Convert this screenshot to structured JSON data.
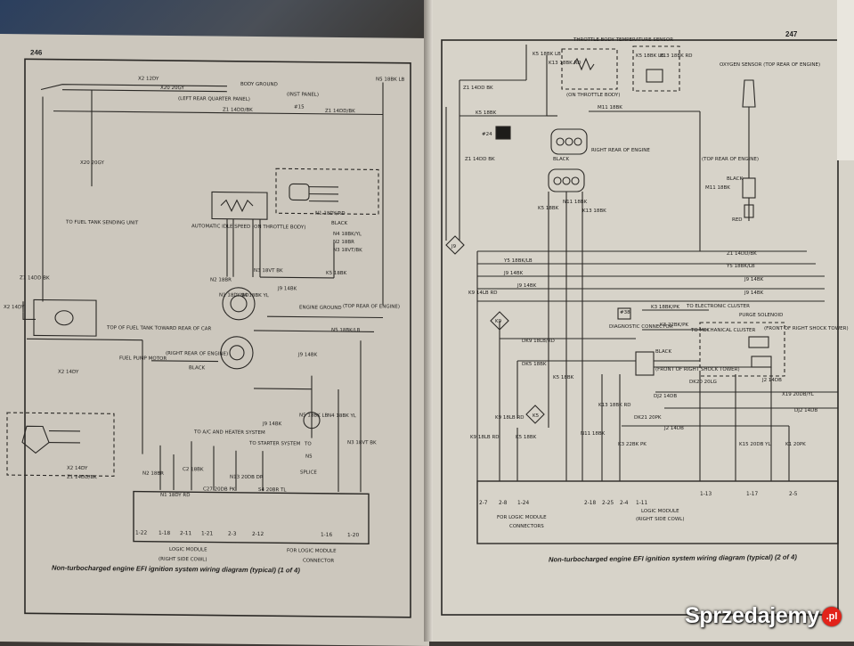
{
  "left_page": {
    "page_number": "246",
    "caption": "Non-turbocharged engine EFI ignition system wiring diagram (typical) (1 of 4)",
    "labels": {
      "x2_top": "X2 12DY",
      "x20_top": "X20 20GY",
      "body_ground": "BODY GROUND",
      "left_rear_quarter": "(LEFT REAR QUARTER PANEL)",
      "inst_panel": "(INST PANEL)",
      "j15": "#15",
      "z1_mid": "Z1 14DD/BK",
      "z1_right": "Z1 14DD/BK",
      "n5_top": "N5 18BK LB",
      "x20_vert": "X20 20GY",
      "to_fuel_tank": "TO FUEL TANK SENDING UNIT",
      "z1_left": "Z1 14DD BK",
      "x2_left": "X2 14DY",
      "auto_idle": "AUTOMATIC IDLE SPEED (ON THROTTLE BODY)",
      "n1_pin": "N1 18DY/RD",
      "black_pin": "BLACK",
      "n4_pin": "N4 18BK/YL",
      "n2_pin": "N2 18BR",
      "n3_pin": "N3 18VT/BK",
      "top_of_fuel_tank": "TOP OF FUEL TANK TOWARD REAR OF CAR",
      "fuel_pump_motor": "FUEL PUMP MOTOR",
      "x2_bottom": "X2 14DY",
      "n2_wire": "N2 18BR",
      "n1_wire": "N1 18DY RD",
      "n4_wire": "N4 18BK YL",
      "n3_wire": "N3 18VT BK",
      "j9_wire": "J9 14BK",
      "k5_wire": "K5 18BK",
      "engine_ground": "ENGINE GROUND",
      "top_rear_engine": "(TOP REAR OF ENGINE)",
      "n5_mid": "N5 18BK/LB",
      "right_rear_engine": "(RIGHT REAR OF ENGINE)",
      "j9_mid": "J9 14BK",
      "black_conn": "BLACK",
      "j9_lower": "J9 14BK",
      "n5_lower": "N5 18BK LB",
      "n4_lower": "N4 18BK YL",
      "n3_lower": "N3 18VT BK",
      "ac_heater": "TO A/C AND HEATER SYSTEM",
      "starter": "TO STARTER SYSTEM",
      "to_label": "TO",
      "splice": "SPLICE",
      "n5_badge": "N5",
      "x2_ins": "X2 14DY",
      "z1_ins": "Z1 14DD/BK",
      "n2_bot": "N2 18BR",
      "n1_bot": "N1 18DY RD",
      "c2_bot": "C2 18BK",
      "c27_bot": "C27 20DB PK",
      "n13_bot": "N13 20DB DR",
      "s4_bot": "S4 20BR TL",
      "logic_module": "LOGIC MODULE",
      "right_side_cowl": "(RIGHT SIDE COWL)",
      "for_logic": "FOR LOGIC MODULE",
      "connector": "CONNECTOR"
    },
    "pins": [
      "1-22",
      "1-18",
      "2-11",
      "1-21",
      "2-3",
      "2-12",
      "1-16",
      "1-20"
    ]
  },
  "right_page": {
    "page_number": "247",
    "caption": "Non-turbocharged engine EFI ignition system wiring diagram (typical) (2 of 4)",
    "labels": {
      "throttle_temp": "THROTTLE BODY TEMPERATURE SENSOR",
      "on_throttle_body": "(ON THROTTLE BODY)",
      "k5_top": "K5 18BK LB",
      "k13_top": "K13 18BK RD",
      "k5_rt": "K5 18BK LB",
      "k13_rt": "K13 18BK RD",
      "oxygen": "OXYGEN SENSOR (TOP REAR OF ENGINE)",
      "z1_top": "Z1 14DD BK",
      "k5_horiz": "K5 18BK",
      "m11_horiz": "M11 18BK",
      "num24": "#24",
      "z1_left": "Z1 14DD BK",
      "right_rear_engine": "RIGHT REAR OF ENGINE",
      "black_a": "BLACK",
      "black_b": "BLACK",
      "top_rear_engine": "(TOP REAR OF ENGINE)",
      "m11_vert": "M11 18BK",
      "red": "RED",
      "k5_a": "K5 18BK",
      "n11_a": "N11 18BK",
      "k13_a": "K13 18BK",
      "z1_long": "Z1 14DD/BK",
      "j9_badge": "J9",
      "y5_line": "Y5 18BK/LB",
      "j9_line1": "J9 14BK",
      "j9_line2": "J9 14BK",
      "y5_right": "Y5 18BK/LB",
      "j9_right1": "J9 14BK",
      "j9_right2": "J9 14BK",
      "k9_left": "K9 14LB RD",
      "k9_badge": "K9",
      "num38": "#38",
      "k3_line": "K3 18BK/PK",
      "to_electronic": "TO ELECTRONIC CLUSTER",
      "diagnostic": "DIAGNOSTIC CONNECTOR",
      "k3_line2": "K3 22BK/PK",
      "to_mechanical": "TO MECHANICAL CLUSTER",
      "purge": "PURGE SOLENOID",
      "front_shock": "(FRONT OF RIGHT SHOCK TOWER)",
      "dk9": "DK9 18LB/RD",
      "black_c": "BLACK",
      "dk5": "DK5 18BK",
      "k5_b": "K5 18BK",
      "front_right_shock": "(FRONT OF RIGHT SHOCK TOWER)",
      "dk20": "DK20 20LG",
      "dj2": "DJ2 14DB",
      "j2": "J2 14DB",
      "x19": "X19 20DB/YL",
      "dj2_right": "DJ2 14DB",
      "k5_badge": "K5",
      "k9_c": "K9 18LB RD",
      "k9_d": "K9 18LB RD",
      "k5_c": "K5 18BK",
      "n11_b": "N11 18BK",
      "k13_b": "K13 18BK RD",
      "dk21": "DK21 20PK",
      "k3_b": "K3 22BK PK",
      "j2_b": "J2 14DB",
      "k15": "K15 20DB YL",
      "k1": "K1 20PK",
      "for_logic": "FOR LOGIC MODULE",
      "connectors": "CONNECTORS",
      "logic_module": "LOGIC MODULE",
      "right_side_cowl": "(RIGHT SIDE COWL)"
    },
    "pins": [
      "2-7",
      "2-8",
      "1-24",
      "2-18",
      "2-25",
      "2-4",
      "1-11",
      "1-13",
      "1-17",
      "2-5"
    ]
  },
  "watermark": {
    "text": "Sprzedajemy",
    "badge": ".pl"
  }
}
